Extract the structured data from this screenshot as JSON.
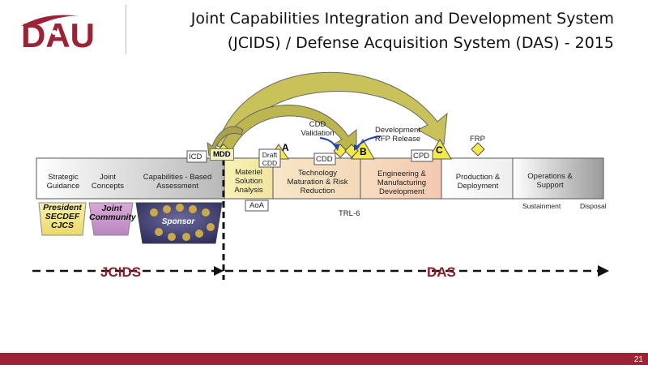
{
  "logo": {
    "text": "DAU"
  },
  "title": {
    "line1": "Joint Capabilities Integration and Development System",
    "line2": "(JCIDS) / Defense Acquisition System (DAS) - 2015"
  },
  "milestones": {
    "mdd": "MDD",
    "a": "A",
    "b": "B",
    "c": "C",
    "frp": "FRP",
    "cdd_validation": "CDD\nValidation",
    "dev_rfp_release": "Development\nRFP Release"
  },
  "documents": {
    "icd": "ICD",
    "draft_cdd": "Draft\nCDD",
    "cdd": "CDD",
    "cpd": "CPD"
  },
  "jcids": {
    "strategic_guidance": "Strategic\nGuidance",
    "joint_concepts": "Joint\nConcepts",
    "cba": "Capabilities - Based\nAssessment",
    "president_secdef_cjcs": "President\nSECDEF\nCJCS",
    "joint_community": "Joint\nCommunity",
    "sponsor": "Sponsor",
    "label": "JCIDS"
  },
  "das": {
    "msa": "Materiel\nSolution\nAnalysis",
    "aoa": "AoA",
    "tmrr": "Technology\nMaturation & Risk\nReduction",
    "emd": "Engineering &\nManufacturing\nDevelopment",
    "pd": "Production &\nDeployment",
    "os": "Operations &\nSupport",
    "sustainment": "Sustainment",
    "disposal": "Disposal",
    "trl": "TRL-6",
    "label": "DAS"
  },
  "page_number": "21",
  "colors": {
    "brand_red": "#9b2335",
    "jcids_label": "#8b1d2c",
    "milestone_fill": "#f2e94a",
    "arrow_fill": "#c9c25a",
    "blue_arrow": "#1f3fbf"
  }
}
